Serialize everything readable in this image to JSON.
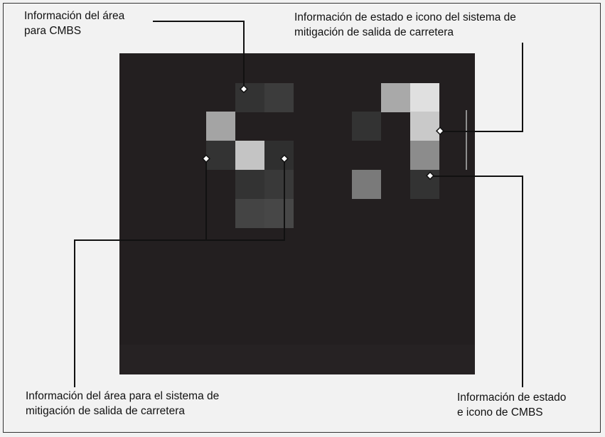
{
  "labels": {
    "cmbs_area": [
      "Información del área",
      "para CMBS"
    ],
    "road_departure_status": [
      "Información de estado e icono del sistema de",
      "mitigación de salida de carretera"
    ],
    "road_departure_area": [
      "Información del área para el sistema de",
      "mitigación de salida de carretera"
    ],
    "cmbs_status": [
      "Información de estado",
      "e icono de CMBS"
    ]
  },
  "colors": {
    "screen": "#231f20",
    "page": "#f2f2f2",
    "callout_line": "#111111"
  }
}
